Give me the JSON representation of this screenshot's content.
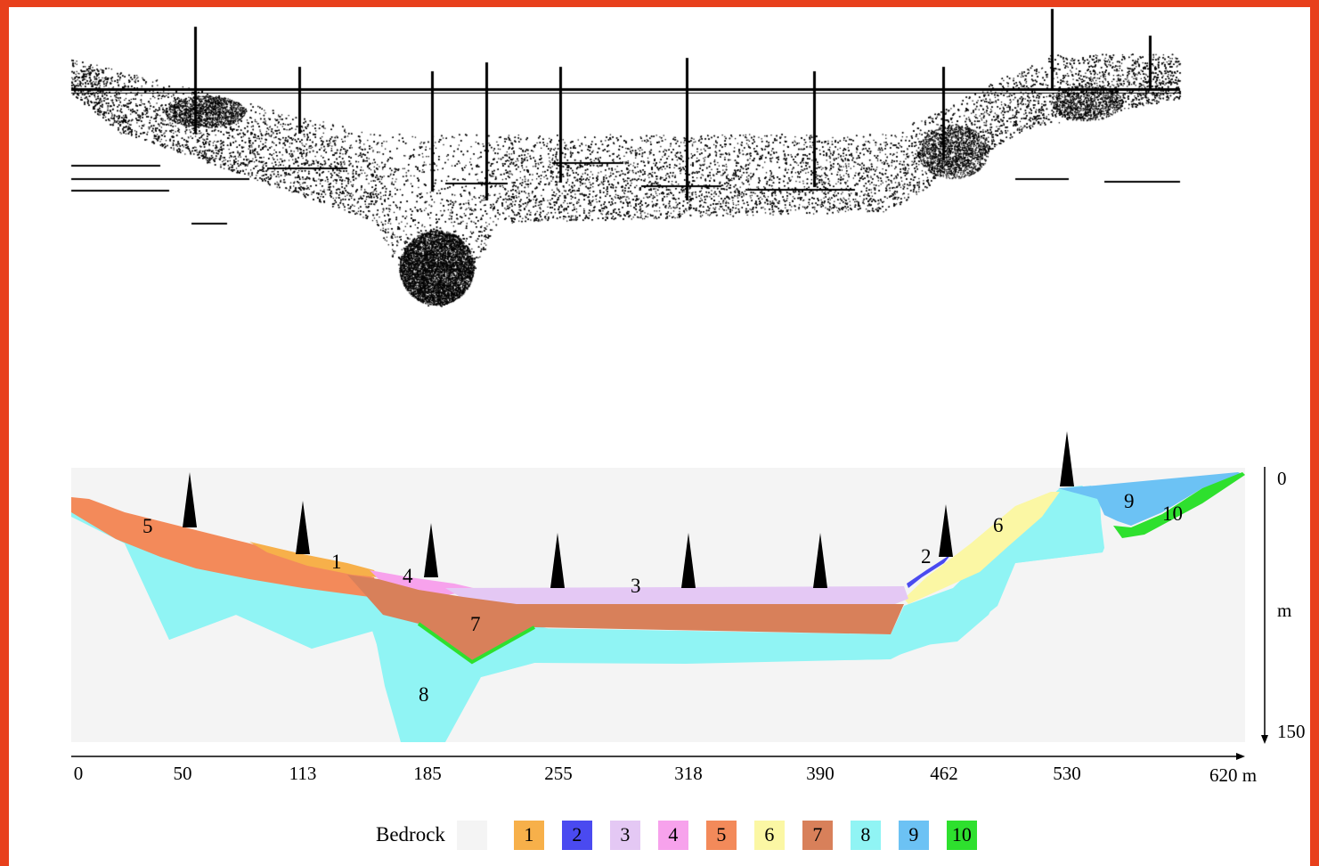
{
  "section": {
    "x_axis": {
      "ticks": [
        "0",
        "50",
        "113",
        "185",
        "255",
        "318",
        "390",
        "462",
        "530"
      ],
      "end_label": "620 m"
    },
    "y_axis": {
      "top_label": "0",
      "unit_label": "m",
      "bottom_label": "150"
    },
    "zones": [
      {
        "id": "1",
        "label": "1",
        "color": "#f7b04a"
      },
      {
        "id": "2",
        "label": "2",
        "color": "#4a4af0"
      },
      {
        "id": "3",
        "label": "3",
        "color": "#e4c8f4"
      },
      {
        "id": "4",
        "label": "4",
        "color": "#f7a2ec"
      },
      {
        "id": "5",
        "label": "5",
        "color": "#f38a5a"
      },
      {
        "id": "6",
        "label": "6",
        "color": "#fbf7a4"
      },
      {
        "id": "7",
        "label": "7",
        "color": "#d8805a"
      },
      {
        "id": "8",
        "label": "8",
        "color": "#90f4f4"
      },
      {
        "id": "9",
        "label": "9",
        "color": "#6cc2f4"
      },
      {
        "id": "10",
        "label": "10",
        "color": "#2ee02e"
      }
    ],
    "bedrock_color": "#f4f4f4"
  },
  "legend": {
    "bedrock_label": "Bedrock",
    "items": [
      {
        "label": "1",
        "color": "#f7b04a"
      },
      {
        "label": "2",
        "color": "#4a4af0"
      },
      {
        "label": "3",
        "color": "#e4c8f4"
      },
      {
        "label": "4",
        "color": "#f7a2ec"
      },
      {
        "label": "5",
        "color": "#f38a5a"
      },
      {
        "label": "6",
        "color": "#fbf7a4"
      },
      {
        "label": "7",
        "color": "#d8805a"
      },
      {
        "label": "8",
        "color": "#90f4f4"
      },
      {
        "label": "9",
        "color": "#6cc2f4"
      },
      {
        "label": "10",
        "color": "#2ee02e"
      }
    ]
  }
}
